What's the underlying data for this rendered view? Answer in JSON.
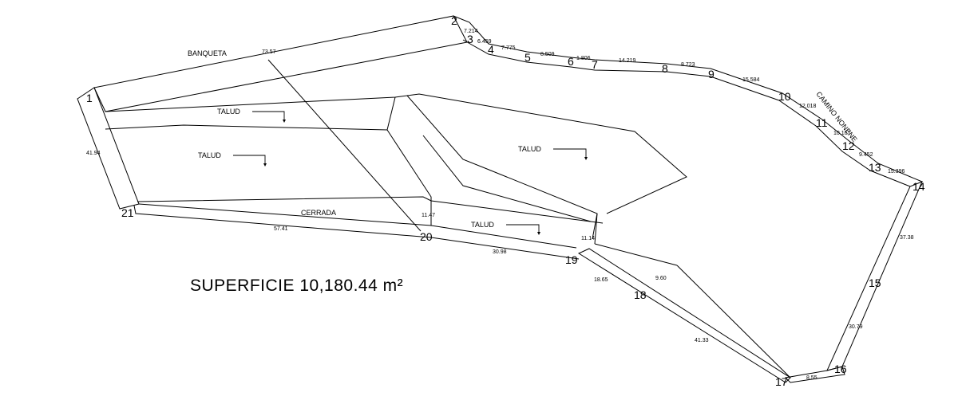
{
  "surface_label": "SUPERFICIE 10,180.44 m²",
  "roads": {
    "banqueta": "BANQUETA",
    "cerrada": "CERRADA",
    "camino": "CAMINO NONENE"
  },
  "talud_labels": [
    "TALUD",
    "TALUD",
    "TALUD",
    "TALUD"
  ],
  "vertices": [
    "1",
    "2",
    "3",
    "4",
    "5",
    "6",
    "7",
    "8",
    "9",
    "10",
    "11",
    "12",
    "13",
    "14",
    "15",
    "16",
    "17",
    "18",
    "19",
    "20",
    "21"
  ],
  "dimensions": [
    "73.57",
    "7.214",
    "6.459",
    "7.775",
    "8.509",
    "1.806",
    "14.219",
    "8.723",
    "15.584",
    "12.018",
    "10.167",
    "9.452",
    "15.396",
    "37.38",
    "30.79",
    "8.55",
    "41.33",
    "18.65",
    "9.60",
    "11.14",
    "30.98",
    "11.47",
    "57.41",
    "41.94"
  ],
  "colors": {
    "line": "#000000",
    "background": "#ffffff"
  }
}
